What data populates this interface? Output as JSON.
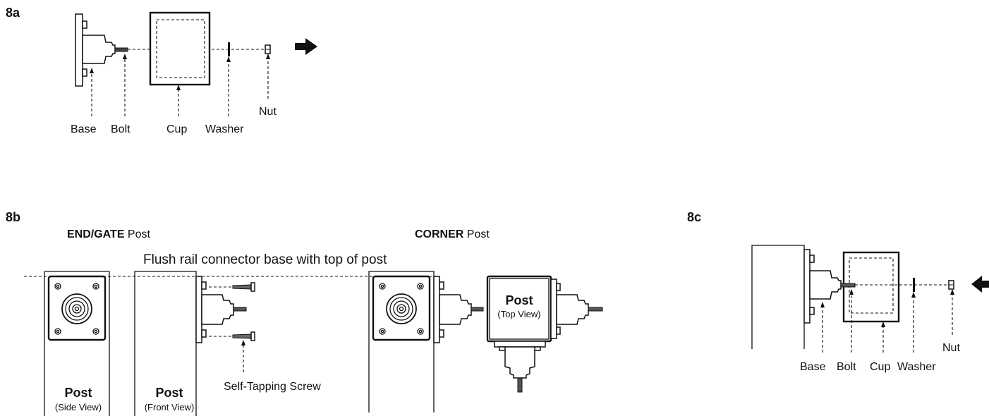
{
  "figures": {
    "a": {
      "tag": "8a",
      "labels": {
        "base": "Base",
        "bolt": "Bolt",
        "cup": "Cup",
        "washer": "Washer",
        "nut": "Nut"
      }
    },
    "b": {
      "tag": "8b",
      "end_gate_bold": "END/GATE",
      "end_gate_rest": " Post",
      "corner_bold": "CORNER",
      "corner_rest": " Post",
      "flush_note": "Flush rail connector base with top of post",
      "post_side_title": "Post",
      "post_side_sub": "(Side View)",
      "post_front_title": "Post",
      "post_front_sub": "(Front View)",
      "post_top_title": "Post",
      "post_top_sub": "(Top View)",
      "screw_label": "Self-Tapping Screw"
    },
    "c": {
      "tag": "8c",
      "labels": {
        "base": "Base",
        "bolt": "Bolt",
        "cup": "Cup",
        "washer": "Washer",
        "nut": "Nut"
      }
    }
  },
  "icons": [
    "arrow-right-icon",
    "arrow-left-icon"
  ]
}
